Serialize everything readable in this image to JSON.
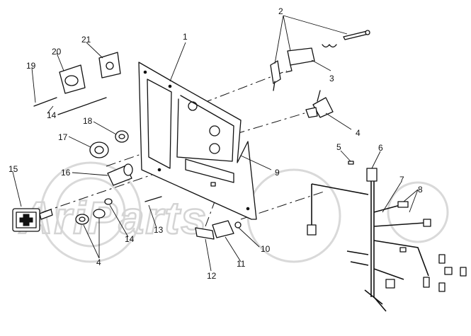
{
  "watermark": {
    "text": "AriParts"
  },
  "callouts": [
    {
      "id": "1",
      "label": "1"
    },
    {
      "id": "2",
      "label": "2"
    },
    {
      "id": "3",
      "label": "3"
    },
    {
      "id": "4a",
      "label": "4"
    },
    {
      "id": "4b",
      "label": "4"
    },
    {
      "id": "5",
      "label": "5"
    },
    {
      "id": "6",
      "label": "6"
    },
    {
      "id": "7",
      "label": "7"
    },
    {
      "id": "8",
      "label": "8"
    },
    {
      "id": "9",
      "label": "9"
    },
    {
      "id": "10",
      "label": "10"
    },
    {
      "id": "11",
      "label": "11"
    },
    {
      "id": "12",
      "label": "12"
    },
    {
      "id": "13",
      "label": "13"
    },
    {
      "id": "14a",
      "label": "14"
    },
    {
      "id": "14b",
      "label": "14"
    },
    {
      "id": "15",
      "label": "15"
    },
    {
      "id": "16",
      "label": "16"
    },
    {
      "id": "17",
      "label": "17"
    },
    {
      "id": "18",
      "label": "18"
    },
    {
      "id": "19",
      "label": "19"
    },
    {
      "id": "20",
      "label": "20"
    },
    {
      "id": "21",
      "label": "21"
    }
  ]
}
